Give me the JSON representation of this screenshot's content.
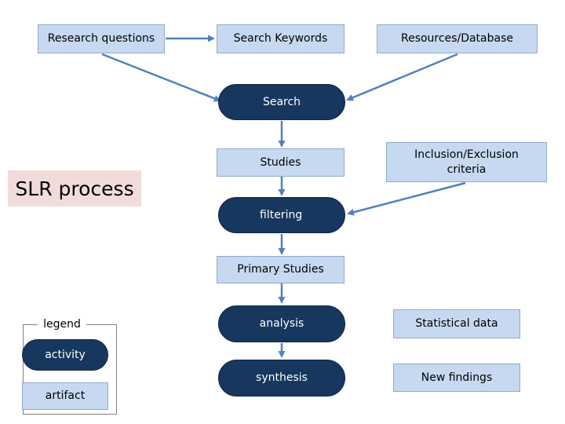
{
  "diagram": {
    "title": "SLR process",
    "nodes": {
      "research_questions": "Research questions",
      "search_keywords": "Search Keywords",
      "resources_database": "Resources/Database",
      "search": "Search",
      "studies": "Studies",
      "inclusion_exclusion": "Inclusion/Exclusion criteria",
      "filtering": "filtering",
      "primary_studies": "Primary Studies",
      "analysis": "analysis",
      "statistical_data": "Statistical data",
      "synthesis": "synthesis",
      "new_findings": "New findings"
    },
    "legend": {
      "title": "legend",
      "activity": "activity",
      "artifact": "artifact"
    }
  },
  "colors": {
    "activity_fill": "#17375e",
    "artifact_fill": "#c6d9f1",
    "arrow": "#4f81bd",
    "title_bg": "#f2dcdb"
  }
}
